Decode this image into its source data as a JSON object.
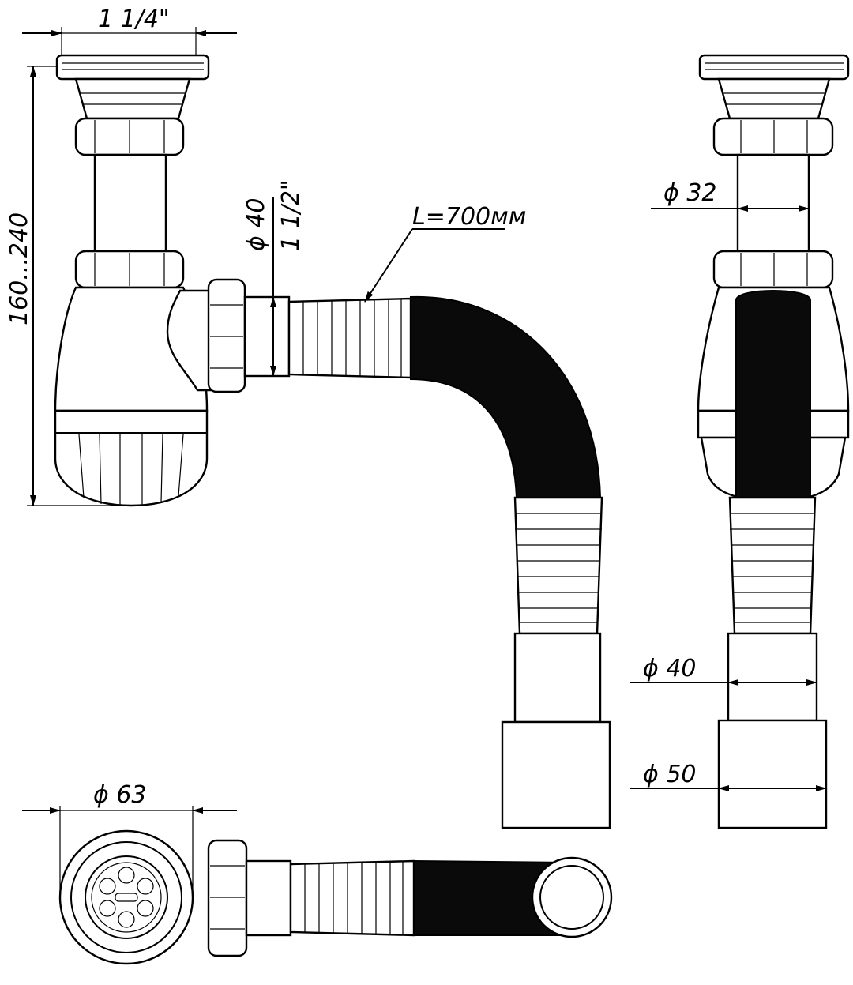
{
  "dimensions": {
    "inlet_thread": "1 1/4\"",
    "height_range": "160...240",
    "outlet_diameter": "ϕ 40",
    "outlet_thread": "1 1/2\"",
    "hose_length": "L=700мм",
    "pipe_diameter_32": "ϕ 32",
    "pipe_diameter_40": "ϕ 40",
    "pipe_diameter_50": "ϕ 50",
    "grate_diameter": "ϕ 63"
  },
  "colors": {
    "line": "#000000",
    "background": "#ffffff"
  }
}
